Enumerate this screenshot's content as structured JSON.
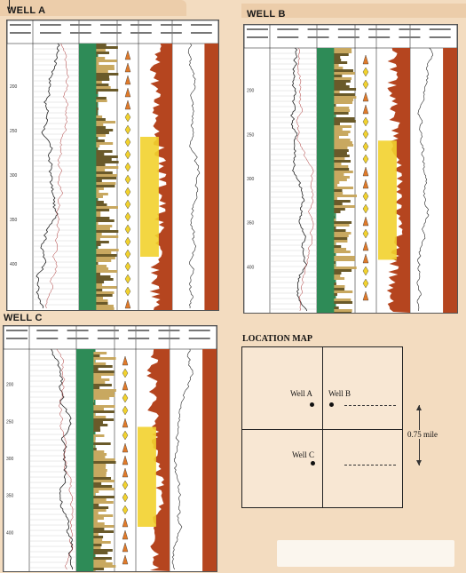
{
  "wells": [
    {
      "id": "well-a",
      "title": "WELL A",
      "depth_labels": [
        "200",
        "250",
        "300",
        "350",
        "400"
      ]
    },
    {
      "id": "well-b",
      "title": "WELL B",
      "depth_labels": [
        "200",
        "250",
        "300",
        "350",
        "400"
      ]
    },
    {
      "id": "well-c",
      "title": "WELL C",
      "depth_labels": [
        "200",
        "250",
        "300",
        "350",
        "400"
      ]
    }
  ],
  "location_map": {
    "title": "LOCATION MAP",
    "wells": [
      {
        "label": "Well A"
      },
      {
        "label": "Well B"
      },
      {
        "label": "Well C"
      }
    ],
    "distance_label": "0.75 mile"
  },
  "colors": {
    "background": "#f3dcc0",
    "resistivity_green": "#2e8b57",
    "lithology_tan": "#c8a860",
    "conductivity_yellow": "#f2d22e",
    "conductivity_red": "#b5451f",
    "sand_orange": "#e07a2a"
  }
}
